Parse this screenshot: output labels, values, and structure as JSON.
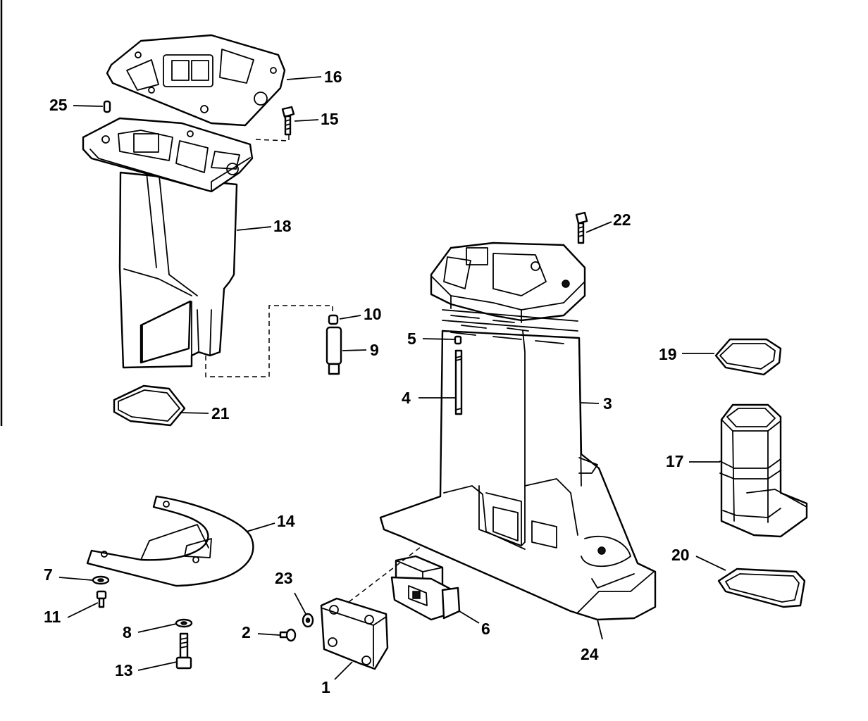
{
  "callouts": {
    "c1": "1",
    "c2": "2",
    "c3": "3",
    "c4": "4",
    "c5": "5",
    "c6": "6",
    "c7": "7",
    "c8": "8",
    "c9": "9",
    "c10": "10",
    "c11": "11",
    "c13": "13",
    "c14": "14",
    "c15": "15",
    "c16": "16",
    "c17": "17",
    "c18": "18",
    "c19": "19",
    "c20": "20",
    "c21": "21",
    "c22": "22",
    "c23": "23",
    "c24": "24",
    "c25": "25"
  }
}
